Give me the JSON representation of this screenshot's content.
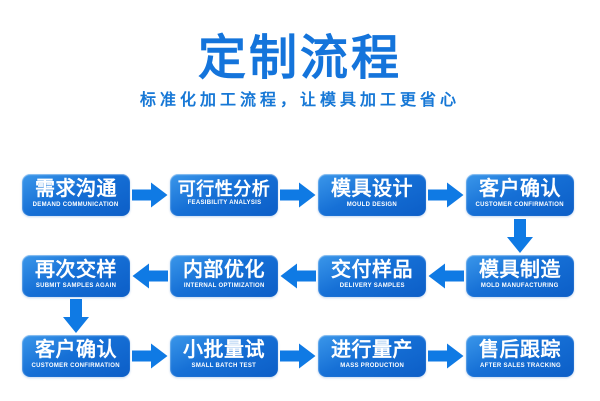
{
  "header": {
    "title": "定制流程",
    "subtitle": "标准化加工流程，让模具加工更省心"
  },
  "colors": {
    "title_blue": "#1474db",
    "subtitle_blue": "#1778d6",
    "box_gradient_top": "#3b97ea",
    "box_gradient_bottom": "#0c5ec7",
    "arrow_blue": "#0f7ae4",
    "box_text": "#ffffff",
    "background": "#ffffff"
  },
  "flow": {
    "rows": [
      {
        "direction": "right",
        "steps": [
          {
            "zh": "需求沟通",
            "en": "DEMAND COMMUNICATION"
          },
          {
            "zh": "可行性分析",
            "en": "FEASIBILITY ANALYSIS"
          },
          {
            "zh": "模具设计",
            "en": "MOULD DESIGN"
          },
          {
            "zh": "客户确认",
            "en": "CUSTOMER CONFIRMATION"
          }
        ]
      },
      {
        "direction": "left",
        "steps": [
          {
            "zh": "再次交样",
            "en": "SUBMIT SAMPLES AGAIN"
          },
          {
            "zh": "内部优化",
            "en": "INTERNAL OPTIMIZATION"
          },
          {
            "zh": "交付样品",
            "en": "DELIVERY SAMPLES"
          },
          {
            "zh": "模具制造",
            "en": "MOLD MANUFACTURING"
          }
        ]
      },
      {
        "direction": "right",
        "steps": [
          {
            "zh": "客户确认",
            "en": "CUSTOMER CONFIRMATION"
          },
          {
            "zh": "小批量试",
            "en": "SMALL BATCH TEST"
          },
          {
            "zh": "进行量产",
            "en": "MASS PRODUCTION"
          },
          {
            "zh": "售后跟踪",
            "en": "AFTER SALES TRACKING"
          }
        ]
      }
    ]
  }
}
